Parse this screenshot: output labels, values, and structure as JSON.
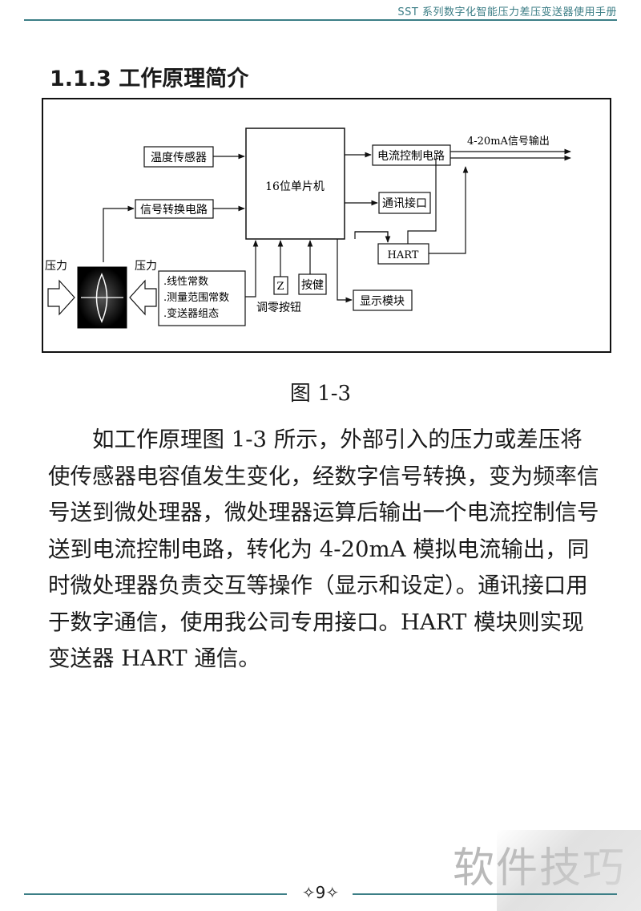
{
  "header": {
    "title": "SST 系列数字化智能压力差压变送器使用手册"
  },
  "section": {
    "title": "1.1.3 工作原理简介"
  },
  "figure": {
    "caption": "图 1-3",
    "blocks": {
      "temp_sensor": "温度传感器",
      "signal_conv": "信号转换电路",
      "mcu": "16位单片机",
      "current_ctrl": "电流控制电路",
      "comm_if": "通讯接口",
      "hart": "HART",
      "display": "显示模块",
      "key": "按健",
      "z_btn": "Z",
      "zero_label": "调零按钮",
      "output": "4-20mA信号输出",
      "pressure_left": "压力",
      "pressure_right": "压力",
      "params": [
        ".线性常数",
        ".测量范围常数",
        ".变送器组态"
      ]
    }
  },
  "body": {
    "paragraph": "如工作原理图 1-3 所示，外部引入的压力或差压将使传感器电容值发生变化，经数字信号转换，变为频率信号送到微处理器，微处理器运算后输出一个电流控制信号送到电流控制电路，转化为 4-20mA 模拟电流输出，同时微处理器负责交互等操作（显示和设定）。通讯接口用于数字通信，使用我公司专用接口。HART 模块则实现变送器 HART 通信。"
  },
  "footer": {
    "page": "✧9✧"
  },
  "watermark": {
    "text": "软件技巧"
  }
}
